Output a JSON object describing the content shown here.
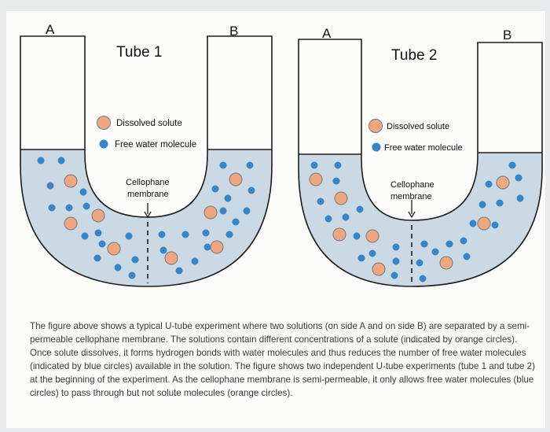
{
  "tube1": {
    "title": "Tube 1",
    "side_a": "A",
    "side_b": "B",
    "membrane_label_line1": "Cellophane",
    "membrane_label_line2": "membrane",
    "legend": {
      "solute": "Dissolved solute",
      "water": "Free water molecule"
    }
  },
  "tube2": {
    "title": "Tube 2",
    "side_a": "A",
    "side_b": "B",
    "membrane_label_line1": "Cellophane",
    "membrane_label_line2": "membrane",
    "legend": {
      "solute": "Dissolved solute",
      "water": "Free water molecule"
    }
  },
  "caption": "The figure above shows a typical U-tube experiment where two solutions (on side A and on side B) are separated by a semi-permeable cellophane membrane. The solutions contain different concentrations of a solute (indicated by orange circles). Once solute dissolves, it forms hydrogen bonds with water molecules and thus reduces the number of free water molecules (indicated by blue circles) available in the solution. The figure shows two independent U-tube experiments (tube 1 and tube 2) at the beginning of the experiment. As the cellophane membrane is semi-permeable, it only allows free water molecules (blue circles) to pass through but not solute molecules (orange circles).",
  "colors": {
    "solution": "#cbd9e4",
    "water": "#3a84c6",
    "solute_fill": "#efa67e",
    "solute_stroke": "#6e7a84",
    "outline": "#1e1e1e"
  }
}
